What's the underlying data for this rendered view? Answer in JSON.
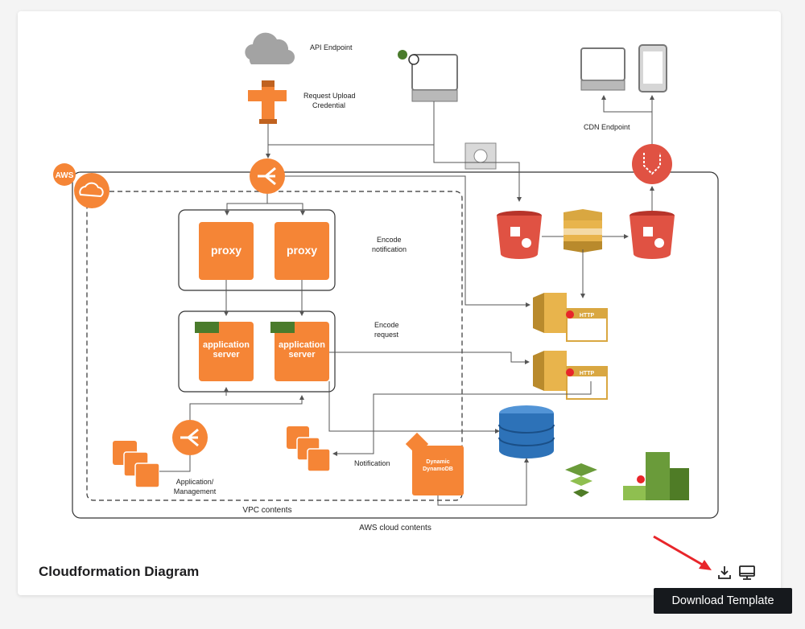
{
  "card": {
    "title": "Cloudformation Diagram"
  },
  "actions": {
    "tooltip": "Download Template"
  },
  "diagram": {
    "labels": {
      "api_endpoint": "API Endpoint",
      "request_upload_1": "Request Upload",
      "request_upload_2": "Credential",
      "cdn_endpoint": "CDN Endpoint",
      "aws_badge": "AWS",
      "proxy_1": "proxy",
      "proxy_2": "proxy",
      "app_server_1a": "application",
      "app_server_1b": "server",
      "app_server_2a": "application",
      "app_server_2b": "server",
      "encode_notification_1": "Encode",
      "encode_notification_2": "notification",
      "encode_request_1": "Encode",
      "encode_request_2": "request",
      "http_1": "HTTP",
      "http_2": "HTTP",
      "notification": "Notification",
      "app_mgmt_1": "Application/",
      "app_mgmt_2": "Management",
      "dynamic_1": "Dynamic",
      "dynamic_2": "DynamoDB",
      "vpc_contents": "VPC contents",
      "aws_cloud_contents": "AWS cloud contents"
    }
  },
  "colors": {
    "aws_orange": "#f58536",
    "s3_red": "#e05243",
    "gold": "#d9a741",
    "dynamo_blue": "#2d72b8",
    "green": "#6a9b3a",
    "annotation_red": "#e8252a"
  }
}
